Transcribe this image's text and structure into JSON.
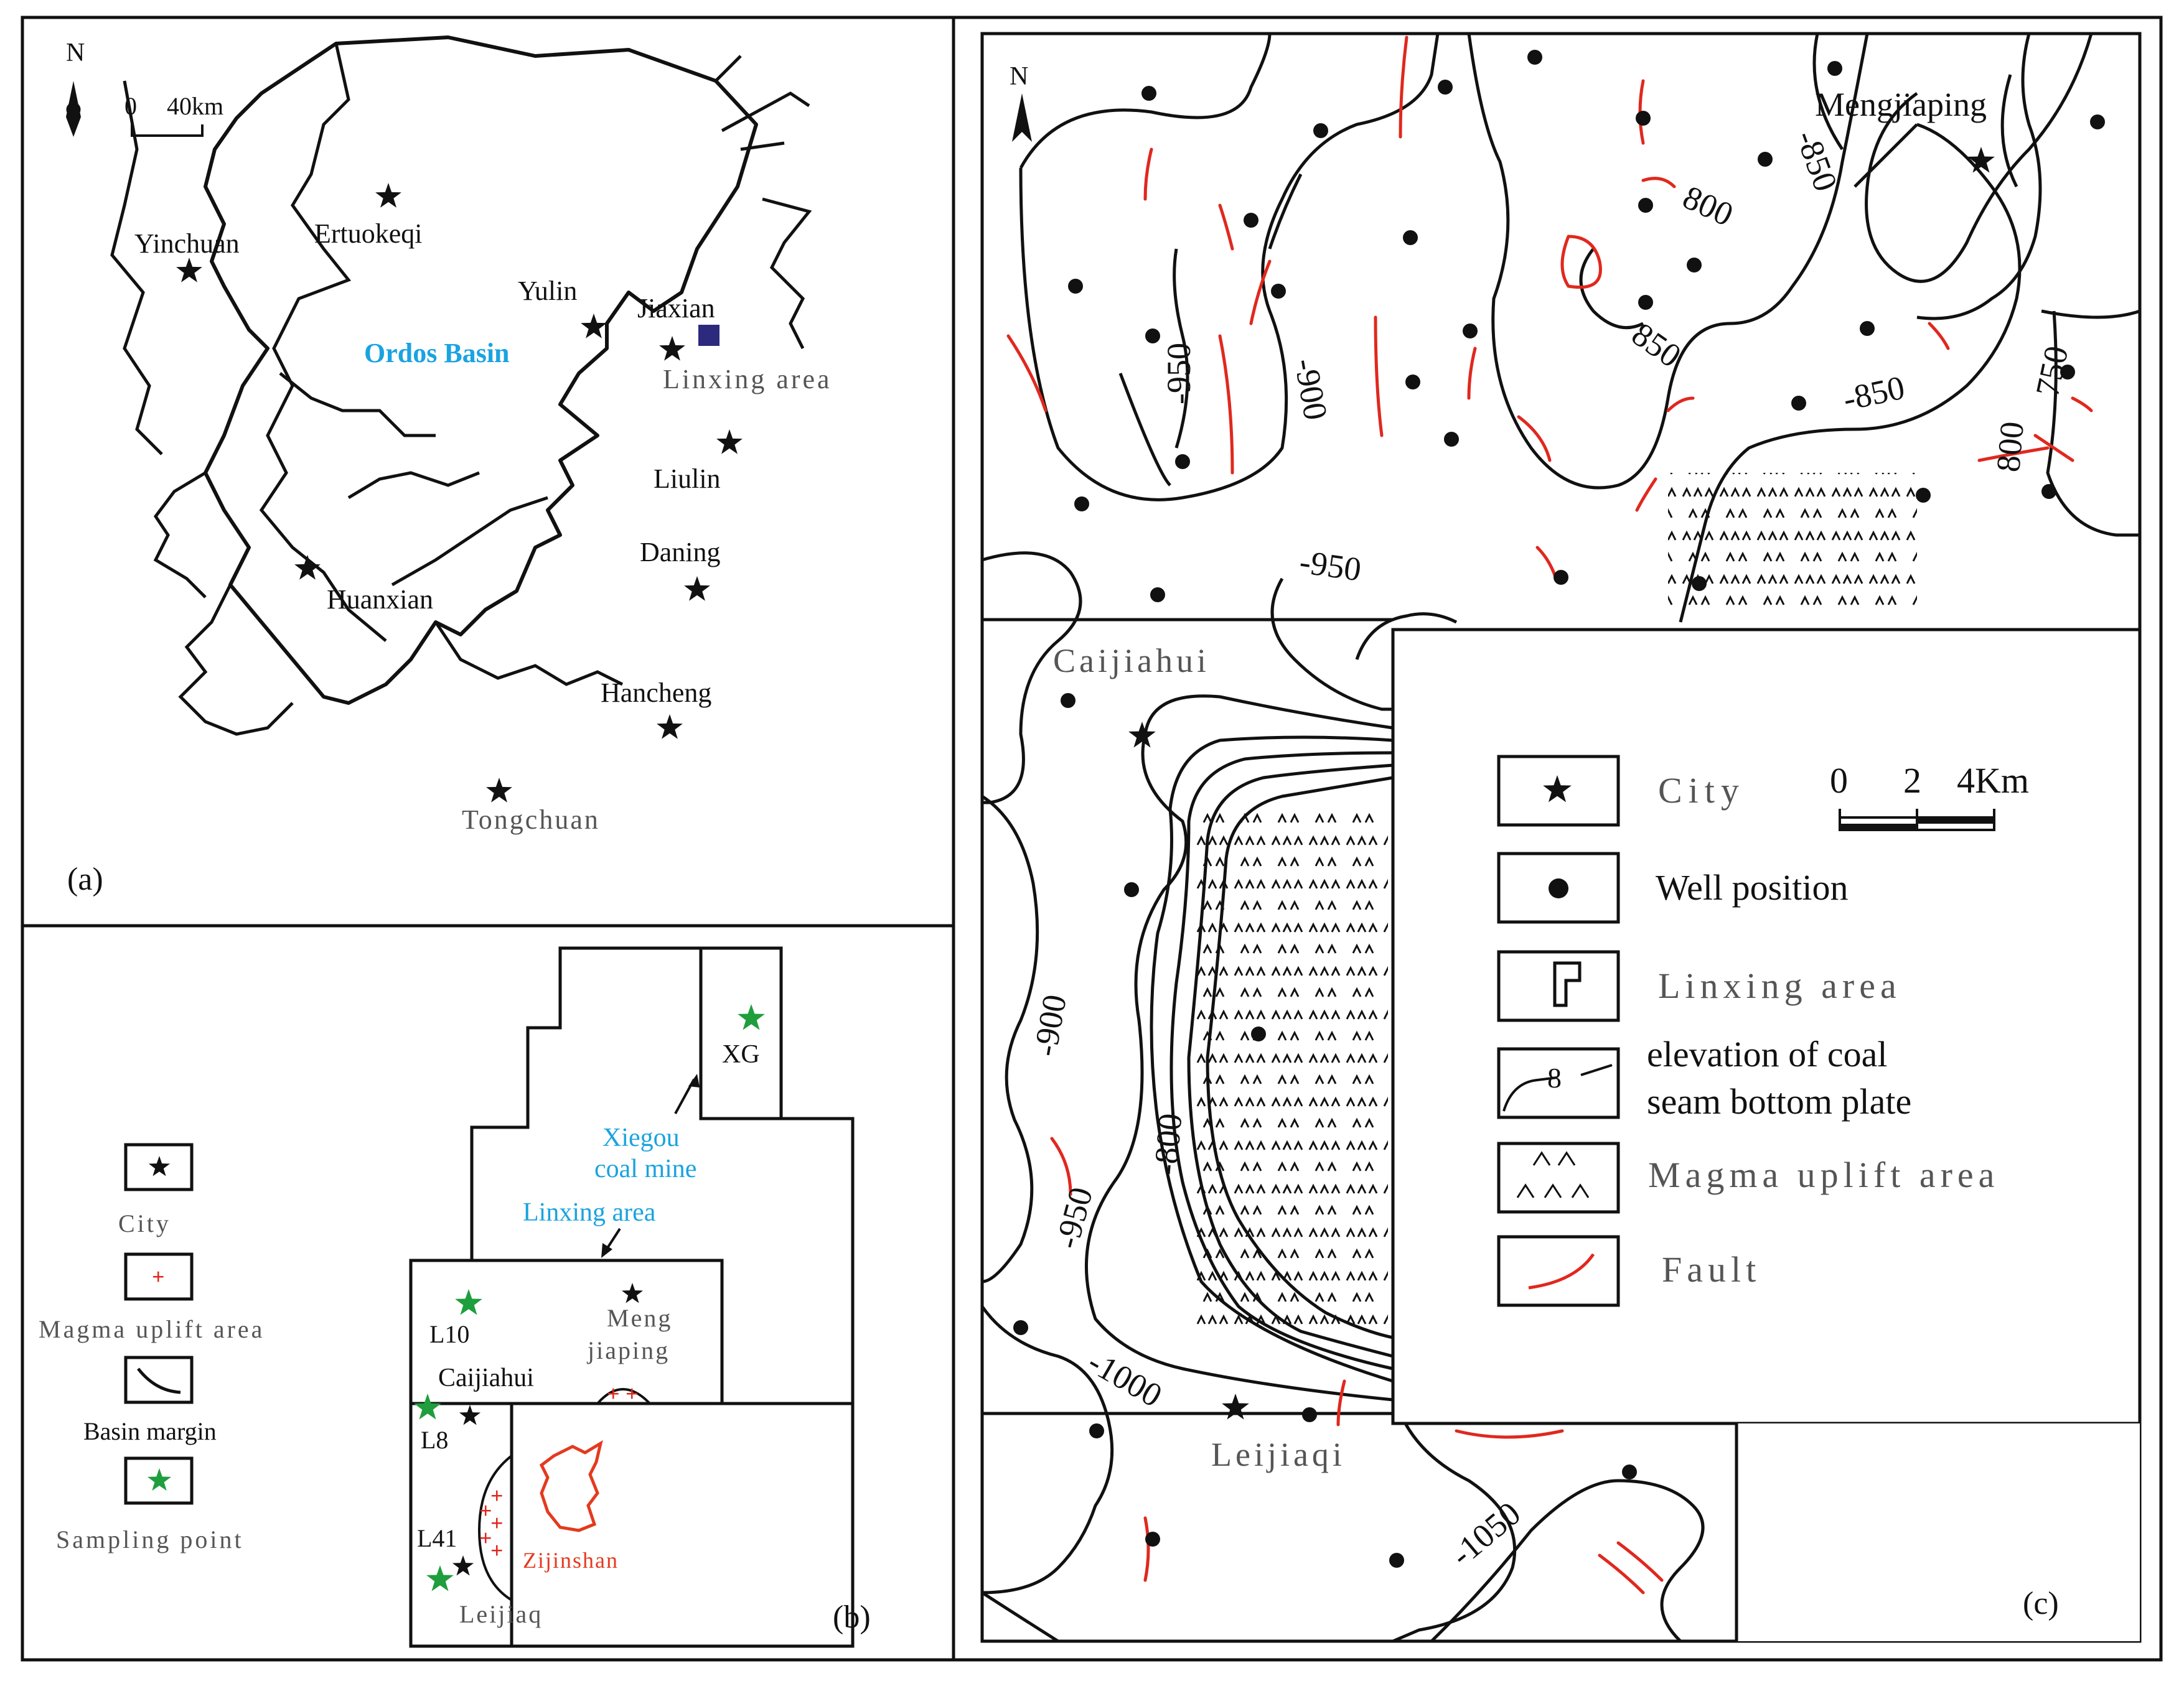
{
  "panels": {
    "a": "(a)",
    "b": "(b)",
    "c": "(c)"
  },
  "map_a": {
    "north": "N",
    "scale_zero": "0",
    "scale_value": "40km",
    "basin_label": "Ordos Basin",
    "cities": [
      {
        "name": "Yinchuan"
      },
      {
        "name": "Ertuokeqi"
      },
      {
        "name": "Yulin"
      },
      {
        "name": "Jiaxian"
      },
      {
        "name": "Liulin"
      },
      {
        "name": "Daning"
      },
      {
        "name": "Huanxian"
      },
      {
        "name": "Hancheng"
      },
      {
        "name": "Tongchuan"
      }
    ],
    "linxing_area": "Linxing area"
  },
  "map_b": {
    "mine_label_line1": "Xiegou",
    "mine_label_line2": "coal mine",
    "linxing_area": "Linxing area",
    "samples": [
      {
        "name": "XG"
      },
      {
        "name": "L10"
      },
      {
        "name": "L8"
      },
      {
        "name": "L41"
      }
    ],
    "towns": [
      {
        "name": "Caijiahui"
      },
      {
        "name": "Meng"
      },
      {
        "name": "jiaping"
      },
      {
        "name": "Leijiaq"
      },
      {
        "name": "Zijinshan"
      }
    ],
    "legend": [
      {
        "label": "City"
      },
      {
        "label": "Magma uplift area"
      },
      {
        "label": "Basin margin"
      },
      {
        "label": "Sampling point"
      }
    ]
  },
  "map_c": {
    "north": "N",
    "towns": [
      {
        "name": "Mengjiaping"
      },
      {
        "name": "Caijiahui"
      },
      {
        "name": "Leijiaqi"
      }
    ],
    "contour_labels": [
      "-950",
      "-900",
      "800",
      "-850",
      "850",
      "-850",
      "750",
      "800",
      "-950",
      "-900",
      "-800",
      "-950",
      "-1000",
      "-1050"
    ],
    "legend": [
      {
        "label": "City"
      },
      {
        "label": "Well position"
      },
      {
        "label": "Linxing area"
      },
      {
        "label_line1": "elevation of coal",
        "label_line2": "seam bottom plate",
        "sample_value": "8"
      },
      {
        "label": "Magma uplift area"
      },
      {
        "label": "Fault"
      }
    ],
    "scale": {
      "t0": "0",
      "t1": "2",
      "t2": "4Km"
    }
  },
  "colors": {
    "line": "#111111",
    "fault": "#e0281e",
    "basin_label": "#1aa3e0",
    "mine_label": "#1aa3e0",
    "sample_star": "#1e9e3c",
    "linxing_square": "#2c2a7c",
    "zijinshan": "#e43a1e"
  }
}
